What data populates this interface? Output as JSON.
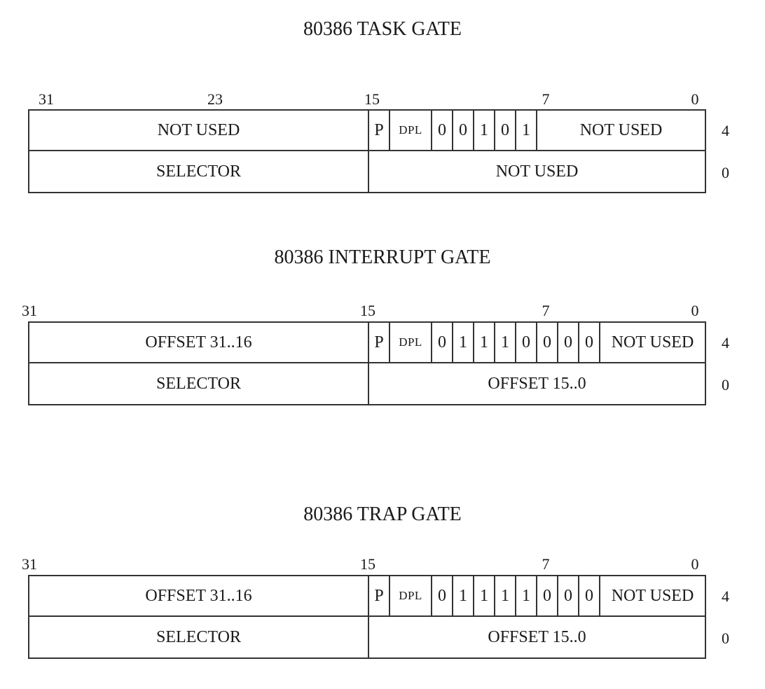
{
  "gates": [
    {
      "title": "80386 TASK GATE",
      "bit_labels": [
        "31",
        "23",
        "15",
        "7",
        "0"
      ],
      "row_offsets": [
        "4",
        "0"
      ],
      "row1": [
        {
          "label": "NOT USED"
        },
        {
          "label": "P"
        },
        {
          "label": "DPL"
        },
        {
          "label": "0"
        },
        {
          "label": "0"
        },
        {
          "label": "1"
        },
        {
          "label": "0"
        },
        {
          "label": "1"
        },
        {
          "label": "NOT USED"
        }
      ],
      "row2": [
        {
          "label": "SELECTOR"
        },
        {
          "label": "NOT USED"
        }
      ]
    },
    {
      "title": "80386 INTERRUPT GATE",
      "bit_labels": [
        "31",
        "15",
        "7",
        "0"
      ],
      "row_offsets": [
        "4",
        "0"
      ],
      "row1": [
        {
          "label": "OFFSET  31..16"
        },
        {
          "label": "P"
        },
        {
          "label": "DPL"
        },
        {
          "label": "0"
        },
        {
          "label": "1"
        },
        {
          "label": "1"
        },
        {
          "label": "1"
        },
        {
          "label": "0"
        },
        {
          "label": "0"
        },
        {
          "label": "0"
        },
        {
          "label": "0"
        },
        {
          "label": "NOT USED"
        }
      ],
      "row2": [
        {
          "label": "SELECTOR"
        },
        {
          "label": "OFFSET  15..0"
        }
      ]
    },
    {
      "title": "80386 TRAP GATE",
      "bit_labels": [
        "31",
        "15",
        "7",
        "0"
      ],
      "row_offsets": [
        "4",
        "0"
      ],
      "row1": [
        {
          "label": "OFFSET  31..16"
        },
        {
          "label": "P"
        },
        {
          "label": "DPL"
        },
        {
          "label": "0"
        },
        {
          "label": "1"
        },
        {
          "label": "1"
        },
        {
          "label": "1"
        },
        {
          "label": "1"
        },
        {
          "label": "0"
        },
        {
          "label": "0"
        },
        {
          "label": "0"
        },
        {
          "label": "NOT USED"
        }
      ],
      "row2": [
        {
          "label": "SELECTOR"
        },
        {
          "label": "OFFSET  15..0"
        }
      ]
    }
  ]
}
